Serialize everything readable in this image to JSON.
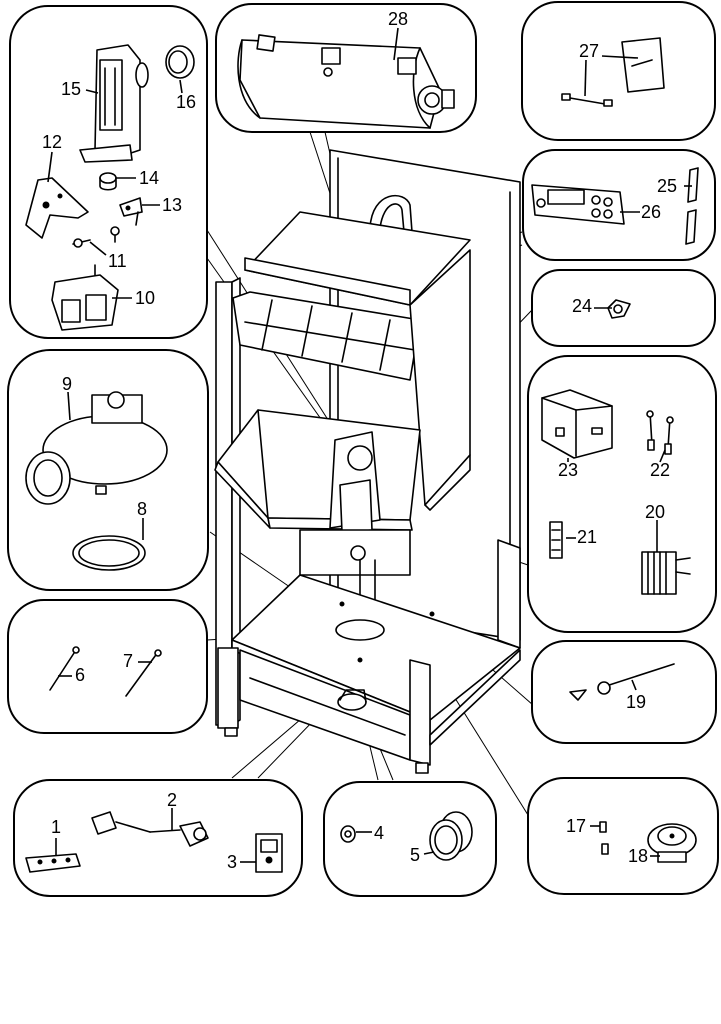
{
  "diagram": {
    "callouts": [
      {
        "id": "p1",
        "label": "1"
      },
      {
        "id": "p2",
        "label": "2"
      },
      {
        "id": "p3",
        "label": "3"
      },
      {
        "id": "p4",
        "label": "4"
      },
      {
        "id": "p5",
        "label": "5"
      },
      {
        "id": "p6",
        "label": "6"
      },
      {
        "id": "p7",
        "label": "7"
      },
      {
        "id": "p8",
        "label": "8"
      },
      {
        "id": "p9",
        "label": "9"
      },
      {
        "id": "p10",
        "label": "10"
      },
      {
        "id": "p11",
        "label": "11"
      },
      {
        "id": "p12",
        "label": "12"
      },
      {
        "id": "p13",
        "label": "13"
      },
      {
        "id": "p14",
        "label": "14"
      },
      {
        "id": "p15",
        "label": "15"
      },
      {
        "id": "p16",
        "label": "16"
      },
      {
        "id": "p17",
        "label": "17"
      },
      {
        "id": "p18",
        "label": "18"
      },
      {
        "id": "p19",
        "label": "19"
      },
      {
        "id": "p20",
        "label": "20"
      },
      {
        "id": "p21",
        "label": "21"
      },
      {
        "id": "p22",
        "label": "22"
      },
      {
        "id": "p23",
        "label": "23"
      },
      {
        "id": "p24",
        "label": "24"
      },
      {
        "id": "p25",
        "label": "25"
      },
      {
        "id": "p26",
        "label": "26"
      },
      {
        "id": "p27",
        "label": "27"
      },
      {
        "id": "p28",
        "label": "28"
      }
    ]
  }
}
